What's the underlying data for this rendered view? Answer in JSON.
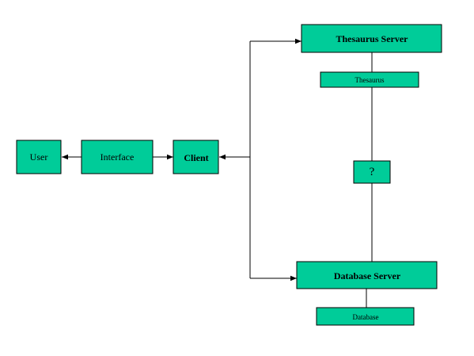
{
  "colors": {
    "box_fill": "#00cc99",
    "stroke": "#000000",
    "background": "#ffffff"
  },
  "nodes": {
    "user": "User",
    "interface": "Interface",
    "client": "Client",
    "thesaurus_server": "Thesaurus Server",
    "thesaurus": "Thesaurus",
    "unknown": "?",
    "database_server": "Database Server",
    "database": "Database"
  }
}
